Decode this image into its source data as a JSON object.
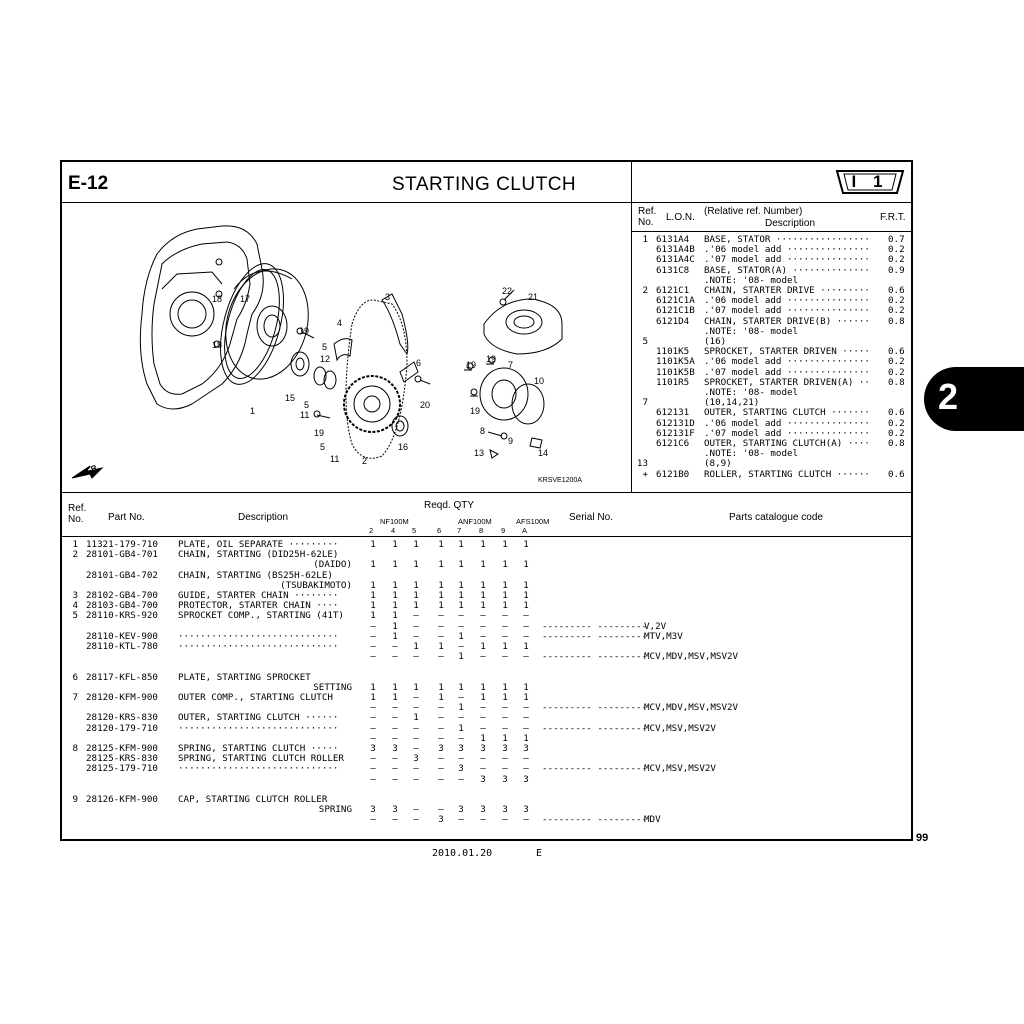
{
  "header": {
    "code": "E-12",
    "title": "STARTING CLUTCH",
    "badge": "I 1"
  },
  "side_tab": "2",
  "page_number": "99",
  "footer": {
    "date": "2010.01.20",
    "letter": "E"
  },
  "diagram": {
    "callouts": [
      "17",
      "18",
      "18",
      "1",
      "19",
      "5",
      "12",
      "4",
      "3",
      "15",
      "5",
      "11",
      "19",
      "5",
      "11",
      "2",
      "16",
      "6",
      "20",
      "22",
      "21",
      "19",
      "19",
      "7",
      "10",
      "19",
      "8",
      "9",
      "13",
      "14"
    ],
    "drawing_code": "KRSVE1200A",
    "direction_label": "FR."
  },
  "ref_table": {
    "headers": {
      "ref_no": "Ref.\nNo.",
      "lon": "L.O.N.",
      "relative": "(Relative ref. Number)",
      "description": "Description",
      "frt": "F.R.T."
    },
    "rows": [
      {
        "ref": "1",
        "lon": "6131A4",
        "desc": "BASE, STATOR ·················",
        "frt": "0.7"
      },
      {
        "ref": "",
        "lon": "6131A4B",
        "desc": ".'06 model add ···············",
        "frt": "0.2"
      },
      {
        "ref": "",
        "lon": "6131A4C",
        "desc": ".'07 model add ···············",
        "frt": "0.2"
      },
      {
        "ref": "",
        "lon": "6131C8",
        "desc": "BASE, STATOR(A) ··············",
        "frt": "0.9"
      },
      {
        "ref": "",
        "lon": "",
        "desc": ".NOTE: '08- model",
        "frt": ""
      },
      {
        "ref": "2",
        "lon": "6121C1",
        "desc": "CHAIN, STARTER DRIVE ·········",
        "frt": "0.6"
      },
      {
        "ref": "",
        "lon": "6121C1A",
        "desc": ".'06 model add ···············",
        "frt": "0.2"
      },
      {
        "ref": "",
        "lon": "6121C1B",
        "desc": ".'07 model add ···············",
        "frt": "0.2"
      },
      {
        "ref": "",
        "lon": "6121D4",
        "desc": "CHAIN, STARTER DRIVE(B) ······",
        "frt": "0.8"
      },
      {
        "ref": "",
        "lon": "",
        "desc": ".NOTE: '08- model",
        "frt": ""
      },
      {
        "ref": "5",
        "lon": "",
        "desc": "(16)",
        "frt": ""
      },
      {
        "ref": "",
        "lon": "1101K5",
        "desc": "SPROCKET, STARTER DRIVEN ·····",
        "frt": "0.6"
      },
      {
        "ref": "",
        "lon": "1101K5A",
        "desc": ".'06 model add ···············",
        "frt": "0.2"
      },
      {
        "ref": "",
        "lon": "1101K5B",
        "desc": ".'07 model add ···············",
        "frt": "0.2"
      },
      {
        "ref": "",
        "lon": "1101R5",
        "desc": "SPROCKET, STARTER DRIVEN(A) ··",
        "frt": "0.8"
      },
      {
        "ref": "",
        "lon": "",
        "desc": ".NOTE: '08- model",
        "frt": ""
      },
      {
        "ref": "7",
        "lon": "",
        "desc": "(10,14,21)",
        "frt": ""
      },
      {
        "ref": "",
        "lon": "612131",
        "desc": "OUTER, STARTING CLUTCH ·······",
        "frt": "0.6"
      },
      {
        "ref": "",
        "lon": "612131D",
        "desc": ".'06 model add ···············",
        "frt": "0.2"
      },
      {
        "ref": "",
        "lon": "612131F",
        "desc": ".'07 model add ···············",
        "frt": "0.2"
      },
      {
        "ref": "",
        "lon": "6121C6",
        "desc": "OUTER, STARTING CLUTCH(A) ····",
        "frt": "0.8"
      },
      {
        "ref": "",
        "lon": "",
        "desc": ".NOTE: '08- model",
        "frt": ""
      },
      {
        "ref": "13",
        "lon": "",
        "desc": "(8,9)",
        "frt": ""
      },
      {
        "ref": "+",
        "lon": "6121B0",
        "desc": "ROLLER, STARTING CLUTCH ······",
        "frt": "0.6"
      }
    ]
  },
  "parts_table": {
    "headers": {
      "ref_no": "Ref.\nNo.",
      "part_no": "Part No.",
      "description": "Description",
      "reqd_qty": "Reqd. QTY",
      "groups": [
        "NF100M",
        "ANF100M",
        "AFS100M"
      ],
      "columns": [
        "2",
        "4",
        "5",
        "6",
        "7",
        "8",
        "9",
        "A"
      ],
      "serial_no": "Serial No.",
      "catalogue_code": "Parts catalogue code"
    },
    "rows": [
      {
        "ref": "1",
        "part": "11321-179-710",
        "desc": "PLATE, OIL SEPARATE ·········",
        "q": [
          "1",
          "1",
          "1",
          "1",
          "1",
          "1",
          "1",
          "1"
        ],
        "serial": "",
        "code": ""
      },
      {
        "ref": "2",
        "part": "28101-GB4-701",
        "desc": "CHAIN, STARTING (DID25H-62LE)",
        "q": [
          "",
          "",
          "",
          "",
          "",
          "",
          "",
          ""
        ],
        "serial": "",
        "code": ""
      },
      {
        "ref": "",
        "part": "",
        "desc": "(DAIDO)",
        "q": [
          "1",
          "1",
          "1",
          "1",
          "1",
          "1",
          "1",
          "1"
        ],
        "serial": "",
        "code": "",
        "right": true
      },
      {
        "ref": "",
        "part": "28101-GB4-702",
        "desc": "CHAIN, STARTING (BS25H-62LE)",
        "q": [
          "",
          "",
          "",
          "",
          "",
          "",
          "",
          ""
        ],
        "serial": "",
        "code": ""
      },
      {
        "ref": "",
        "part": "",
        "desc": "(TSUBAKIMOTO)",
        "q": [
          "1",
          "1",
          "1",
          "1",
          "1",
          "1",
          "1",
          "1"
        ],
        "serial": "",
        "code": "",
        "right": true
      },
      {
        "ref": "3",
        "part": "28102-GB4-700",
        "desc": "GUIDE, STARTER CHAIN ········",
        "q": [
          "1",
          "1",
          "1",
          "1",
          "1",
          "1",
          "1",
          "1"
        ],
        "serial": "",
        "code": ""
      },
      {
        "ref": "4",
        "part": "28103-GB4-700",
        "desc": "PROTECTOR, STARTER CHAIN ····",
        "q": [
          "1",
          "1",
          "1",
          "1",
          "1",
          "1",
          "1",
          "1"
        ],
        "serial": "",
        "code": ""
      },
      {
        "ref": "5",
        "part": "28110-KRS-920",
        "desc": "SPROCKET COMP., STARTING (41T)",
        "q": [
          "1",
          "1",
          "–",
          "–",
          "–",
          "–",
          "–",
          "–"
        ],
        "serial": "",
        "code": ""
      },
      {
        "ref": "",
        "part": "",
        "desc": "",
        "q": [
          "–",
          "1",
          "–",
          "–",
          "–",
          "–",
          "–",
          "–"
        ],
        "serial": "--------- ---------",
        "code": "V,2V"
      },
      {
        "ref": "",
        "part": "28110-KEV-900",
        "desc": "·····························",
        "q": [
          "–",
          "1",
          "–",
          "–",
          "1",
          "–",
          "–",
          "–"
        ],
        "serial": "--------- ---------",
        "code": "MTV,M3V"
      },
      {
        "ref": "",
        "part": "28110-KTL-780",
        "desc": "·····························",
        "q": [
          "–",
          "–",
          "1",
          "1",
          "–",
          "1",
          "1",
          "1"
        ],
        "serial": "",
        "code": ""
      },
      {
        "ref": "",
        "part": "",
        "desc": "",
        "q": [
          "–",
          "–",
          "–",
          "–",
          "1",
          "–",
          "–",
          "–"
        ],
        "serial": "--------- ---------",
        "code": "MCV,MDV,MSV,MSV2V"
      },
      {
        "ref": "",
        "part": "",
        "desc": "",
        "q": [
          "",
          "",
          "",
          "",
          "",
          "",
          "",
          ""
        ],
        "serial": "",
        "code": ""
      },
      {
        "ref": "6",
        "part": "28117-KFL-850",
        "desc": "PLATE, STARTING SPROCKET",
        "q": [
          "",
          "",
          "",
          "",
          "",
          "",
          "",
          ""
        ],
        "serial": "",
        "code": ""
      },
      {
        "ref": "",
        "part": "",
        "desc": "SETTING",
        "q": [
          "1",
          "1",
          "1",
          "1",
          "1",
          "1",
          "1",
          "1"
        ],
        "serial": "",
        "code": "",
        "right": true
      },
      {
        "ref": "7",
        "part": "28120-KFM-900",
        "desc": "OUTER COMP., STARTING CLUTCH",
        "q": [
          "1",
          "1",
          "–",
          "1",
          "–",
          "1",
          "1",
          "1"
        ],
        "serial": "",
        "code": ""
      },
      {
        "ref": "",
        "part": "",
        "desc": "",
        "q": [
          "–",
          "–",
          "–",
          "–",
          "1",
          "–",
          "–",
          "–"
        ],
        "serial": "--------- ---------",
        "code": "MCV,MDV,MSV,MSV2V"
      },
      {
        "ref": "",
        "part": "28120-KRS-830",
        "desc": "OUTER, STARTING CLUTCH ······",
        "q": [
          "–",
          "–",
          "1",
          "–",
          "–",
          "–",
          "–",
          "–"
        ],
        "serial": "",
        "code": ""
      },
      {
        "ref": "",
        "part": "28120-179-710",
        "desc": "·····························",
        "q": [
          "–",
          "–",
          "–",
          "–",
          "1",
          "–",
          "–",
          "–"
        ],
        "serial": "--------- ---------",
        "code": "MCV,MSV,MSV2V"
      },
      {
        "ref": "",
        "part": "",
        "desc": "",
        "q": [
          "–",
          "–",
          "–",
          "–",
          "–",
          "1",
          "1",
          "1"
        ],
        "serial": "",
        "code": ""
      },
      {
        "ref": "8",
        "part": "28125-KFM-900",
        "desc": "SPRING, STARTING CLUTCH ·····",
        "q": [
          "3",
          "3",
          "–",
          "3",
          "3",
          "3",
          "3",
          "3"
        ],
        "serial": "",
        "code": ""
      },
      {
        "ref": "",
        "part": "28125-KRS-830",
        "desc": "SPRING, STARTING CLUTCH ROLLER",
        "q": [
          "–",
          "–",
          "3",
          "–",
          "–",
          "–",
          "–",
          "–"
        ],
        "serial": "",
        "code": ""
      },
      {
        "ref": "",
        "part": "28125-179-710",
        "desc": "·····························",
        "q": [
          "–",
          "–",
          "–",
          "–",
          "3",
          "–",
          "–",
          "–"
        ],
        "serial": "--------- ---------",
        "code": "MCV,MSV,MSV2V"
      },
      {
        "ref": "",
        "part": "",
        "desc": "",
        "q": [
          "–",
          "–",
          "–",
          "–",
          "–",
          "3",
          "3",
          "3"
        ],
        "serial": "",
        "code": ""
      },
      {
        "ref": "",
        "part": "",
        "desc": "",
        "q": [
          "",
          "",
          "",
          "",
          "",
          "",
          "",
          ""
        ],
        "serial": "",
        "code": ""
      },
      {
        "ref": "9",
        "part": "28126-KFM-900",
        "desc": "CAP, STARTING CLUTCH ROLLER",
        "q": [
          "",
          "",
          "",
          "",
          "",
          "",
          "",
          ""
        ],
        "serial": "",
        "code": ""
      },
      {
        "ref": "",
        "part": "",
        "desc": "SPRING",
        "q": [
          "3",
          "3",
          "–",
          "–",
          "3",
          "3",
          "3",
          "3"
        ],
        "serial": "",
        "code": "",
        "right": true
      },
      {
        "ref": "",
        "part": "",
        "desc": "",
        "q": [
          "–",
          "–",
          "–",
          "3",
          "–",
          "–",
          "–",
          "–"
        ],
        "serial": "--------- ---------",
        "code": "MDV"
      }
    ]
  }
}
